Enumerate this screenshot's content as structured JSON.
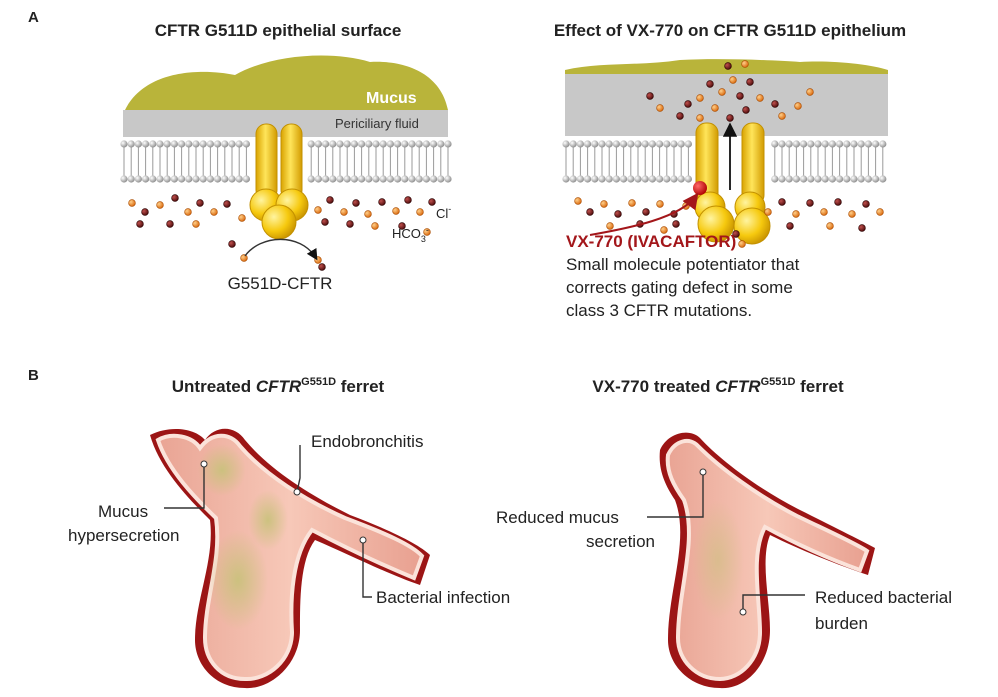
{
  "panel_a": {
    "letter": "A",
    "left_title": "CFTR G511D epithelial surface",
    "right_title": "Effect of VX-770 on CFTR G511D epithelium",
    "mucus": "Mucus",
    "periciliary": "Periciliary fluid",
    "chloride": "Cl",
    "chloride_sup": "-",
    "bicarbonate": "HCO",
    "bicarbonate_sub": "3",
    "bicarbonate_sup": "-",
    "mutant_label": "G551D-CFTR",
    "drug_name": "VX-770 (IVACAFTOR)",
    "drug_desc": [
      "Small molecule potentiator that",
      "corrects gating defect in some",
      "class 3 CFTR mutations."
    ]
  },
  "panel_b": {
    "letter": "B",
    "left_title_pre": "Untreated ",
    "left_title_gene": "CFTR",
    "left_title_sup": "G551D",
    "left_title_post": " ferret",
    "right_title_pre": "VX-770 treated ",
    "right_title_gene": "CFTR",
    "right_title_sup": "G551D",
    "right_title_post": " ferret",
    "left_labels": {
      "endobronchitis": "Endobronchitis",
      "mucus_1": "Mucus",
      "mucus_2": "hypersecretion",
      "bacterial": "Bacterial infection"
    },
    "right_labels": {
      "reduced_mucus_1": "Reduced mucus",
      "reduced_mucus_2": "secretion",
      "reduced_bact_1": "Reduced bacterial",
      "reduced_bact_2": "burden"
    }
  },
  "colors": {
    "mucus": "#b9b43a",
    "periciliary": "#c8c8c8",
    "channel": "#f6c90e",
    "chloride_ion": "#e8821e",
    "bicarbonate_ion": "#6b1010",
    "drug": "#d01a1a",
    "airway_outer": "#a31a1a",
    "airway_inner": "#f2b8a8"
  }
}
